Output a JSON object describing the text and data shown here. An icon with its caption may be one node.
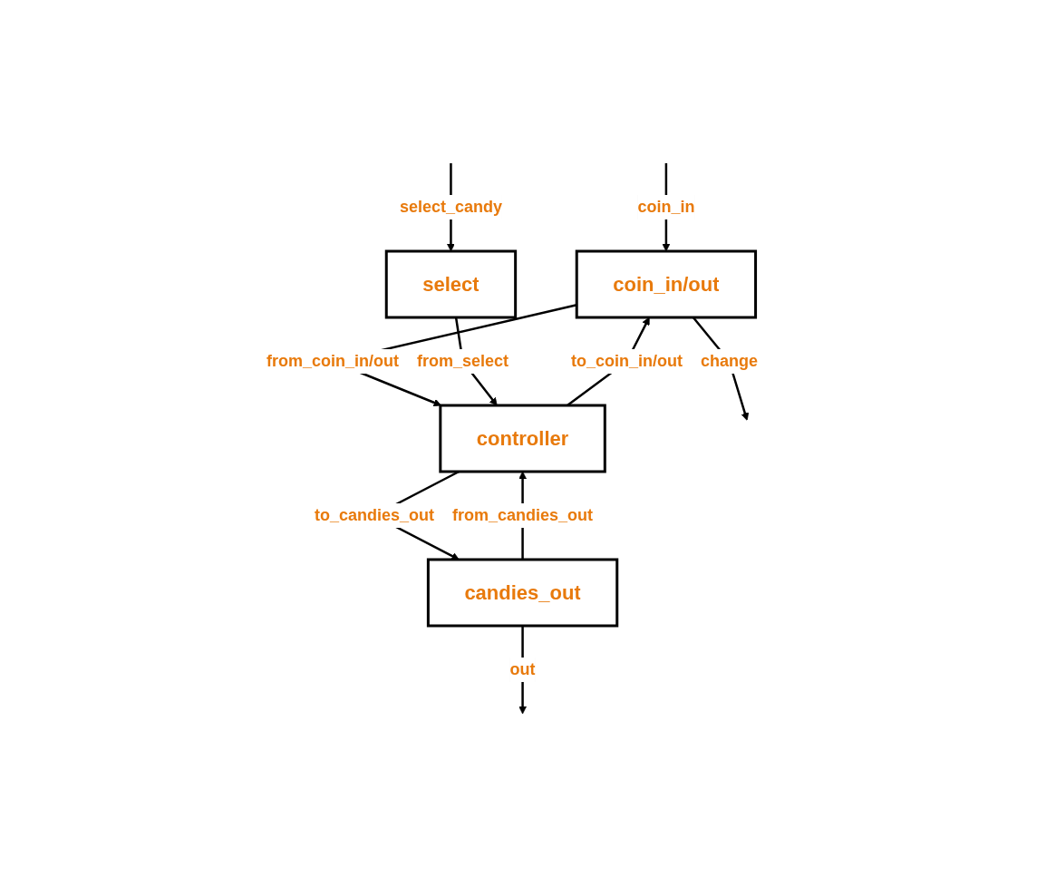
{
  "diagram": {
    "nodes": [
      {
        "text": [
          "coin_in/out"
        ]
      },
      {
        "text": [
          "select"
        ]
      },
      {
        "text": [
          "controller"
        ]
      },
      {
        "text": [
          "candies_out"
        ]
      }
    ],
    "edges": [
      {
        "from": null,
        "to": 0,
        "arrow": "to",
        "label": "coin_in"
      },
      {
        "from": 0,
        "to": null,
        "arrow": "to",
        "label": "change"
      },
      {
        "from": null,
        "to": 1,
        "arrow": "to",
        "label": "select_candy"
      },
      {
        "from": 0,
        "to": 2,
        "arrow": "to",
        "label": "from_coin_in/out"
      },
      {
        "from": 2,
        "to": 0,
        "arrow": "to",
        "label": "to_coin_in/out"
      },
      {
        "from": 1,
        "to": 2,
        "arrow": "to",
        "label": "from_select"
      },
      {
        "from": 2,
        "to": 3,
        "arrow": "to",
        "label": "to_candies_out"
      },
      {
        "from": 3,
        "to": 2,
        "arrow": "to",
        "label": "from_candies_out"
      },
      {
        "from": 3,
        "to": null,
        "arrow": "to",
        "label": "out"
      }
    ]
  }
}
